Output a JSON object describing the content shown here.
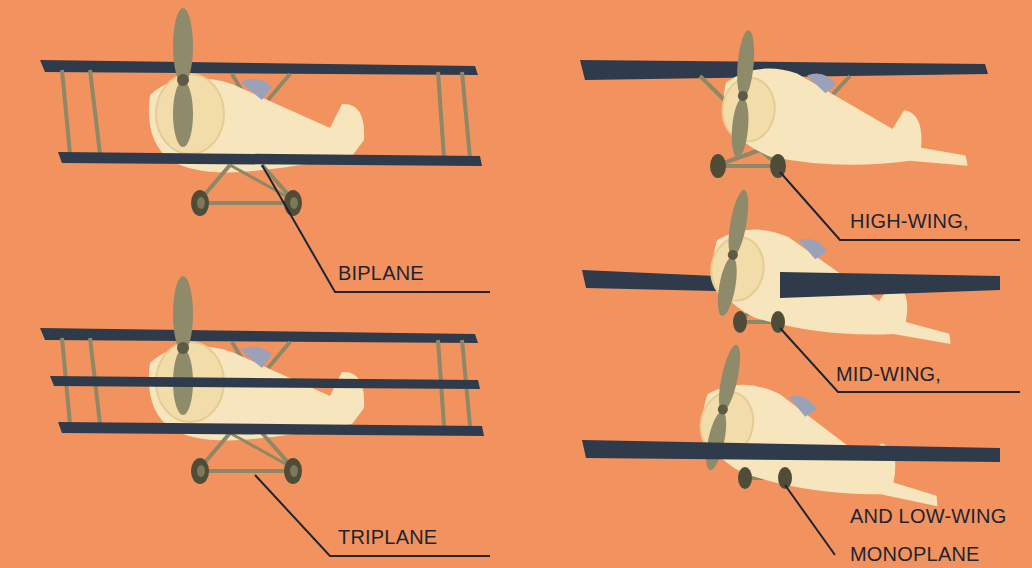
{
  "diagram": {
    "labels": [
      "BIPLANE",
      "TRIPLANE",
      "HIGH-WING,",
      "MID-WING,",
      "AND LOW-WING MONOPLANE"
    ]
  }
}
